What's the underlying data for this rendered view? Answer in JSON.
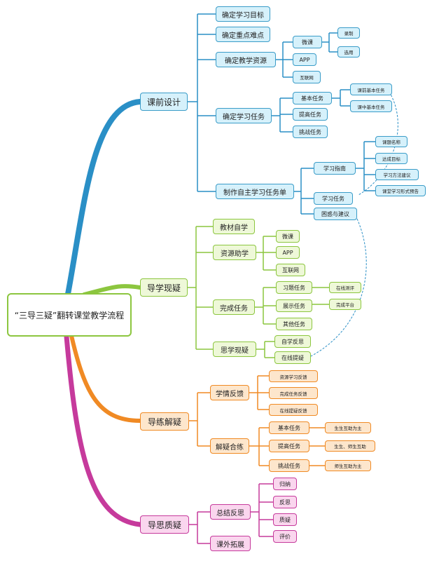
{
  "root": "“三导三疑”翻转课堂教学流程",
  "branches": {
    "b1": {
      "label": "课前设计",
      "c1": "确定学习目标",
      "c2": "确定重点难点",
      "c3": {
        "label": "确定教学资源",
        "wk": "微课",
        "wk_a": "录制",
        "wk_b": "选用",
        "app": "APP",
        "hlw": "互联网"
      },
      "c4": {
        "label": "确定学习任务",
        "jb": "基本任务",
        "jb_a": "课前基本任务",
        "jb_b": "课中基本任务",
        "tg": "提高任务",
        "tz": "挑战任务"
      },
      "c5": {
        "label": "制作自主学习任务单",
        "zn": "学习指南",
        "zn_a": "课题名称",
        "zn_b": "达成目标",
        "zn_c": "学习方法建议",
        "zn_d": "课堂学习形式预告",
        "rw": "学习任务",
        "kh": "困惑与建议"
      }
    },
    "b2": {
      "label": "导学现疑",
      "c1": "教材自学",
      "c2": {
        "label": "资源助学",
        "wk": "微课",
        "app": "APP",
        "hlw": "互联网"
      },
      "c3": {
        "label": "完成任务",
        "xt": "习题任务",
        "zs": "展示任务",
        "zs_note": "完成平台",
        "xt_note": "在线测评",
        "qt": "其他任务"
      },
      "c4": {
        "label": "思学现疑",
        "fs": "自学反思",
        "ty": "在线提疑"
      }
    },
    "b3": {
      "label": "导练解疑",
      "c1": {
        "label": "学情反馈",
        "a": "资源学习反馈",
        "b": "完成任务反馈",
        "c": "在线提疑反馈"
      },
      "c2": {
        "label": "解疑合练",
        "jb": "基本任务",
        "jb_n": "生生互助为主",
        "tg": "提高任务",
        "tg_n": "生生、师生互助",
        "tz": "挑战任务",
        "tz_n": "师生互助为主"
      }
    },
    "b4": {
      "label": "导思质疑",
      "c1": {
        "label": "总结反思",
        "a": "归纳",
        "b": "反思",
        "c": "质疑",
        "d": "评价"
      },
      "c2": "课外拓展"
    }
  },
  "colors": {
    "blue": "#2a8fc6",
    "green": "#8cc63f",
    "orange": "#f08a24",
    "pink": "#c63a9c"
  }
}
